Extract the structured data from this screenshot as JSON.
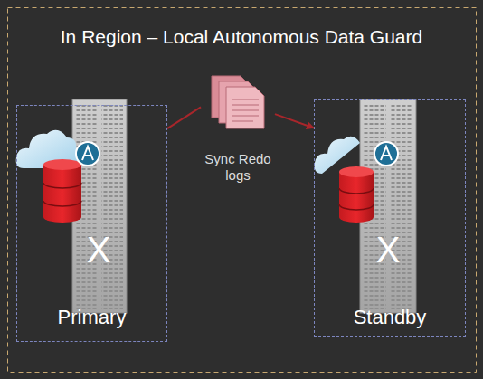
{
  "diagram": {
    "title": "In Region – Local Autonomous Data Guard",
    "nodes": [
      {
        "text": [
          "Primary"
        ]
      },
      {
        "text": [
          "Sync Redo logs"
        ]
      },
      {
        "text": [
          "Standby"
        ]
      }
    ],
    "edges": [
      {
        "from": 0,
        "to": 1,
        "arrow": "none"
      },
      {
        "from": 1,
        "to": 2,
        "arrow": "to"
      }
    ],
    "labels": [
      "X",
      "X"
    ]
  }
}
